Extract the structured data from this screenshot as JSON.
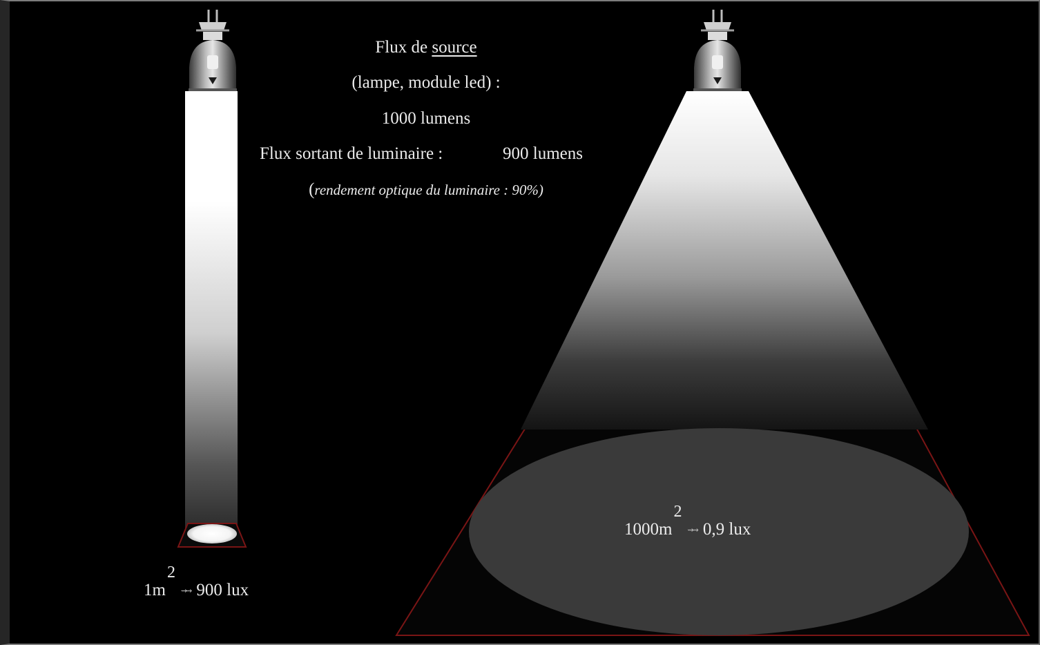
{
  "info": {
    "source_flux_prefix": "Flux de ",
    "source_flux_word": "source",
    "source_examples": "(lampe, module led) :",
    "source_lumens": "1000  lumens",
    "output_flux_label": "Flux sortant de luminaire :",
    "output_flux_value": "900 lumens",
    "paren_open": "(",
    "efficiency_note": "rendement optique du luminaire : 90%)"
  },
  "narrow_case": {
    "area_base": "1m",
    "area_exp": "2",
    "arrow_glyph": "⇝⇝",
    "illuminance": "900 lux"
  },
  "wide_case": {
    "area_base": "1000m",
    "area_exp": "2",
    "arrow_glyph": "⇝⇝",
    "illuminance": "0,9 lux"
  },
  "colors": {
    "background": "#000000",
    "beam": "#ffffff",
    "floor_ellipse": "#3a3a3a",
    "floor_outline": "#8a1a1a",
    "text": "#ececec"
  },
  "icons": {
    "lamp": "luminaire-lamp-icon"
  }
}
